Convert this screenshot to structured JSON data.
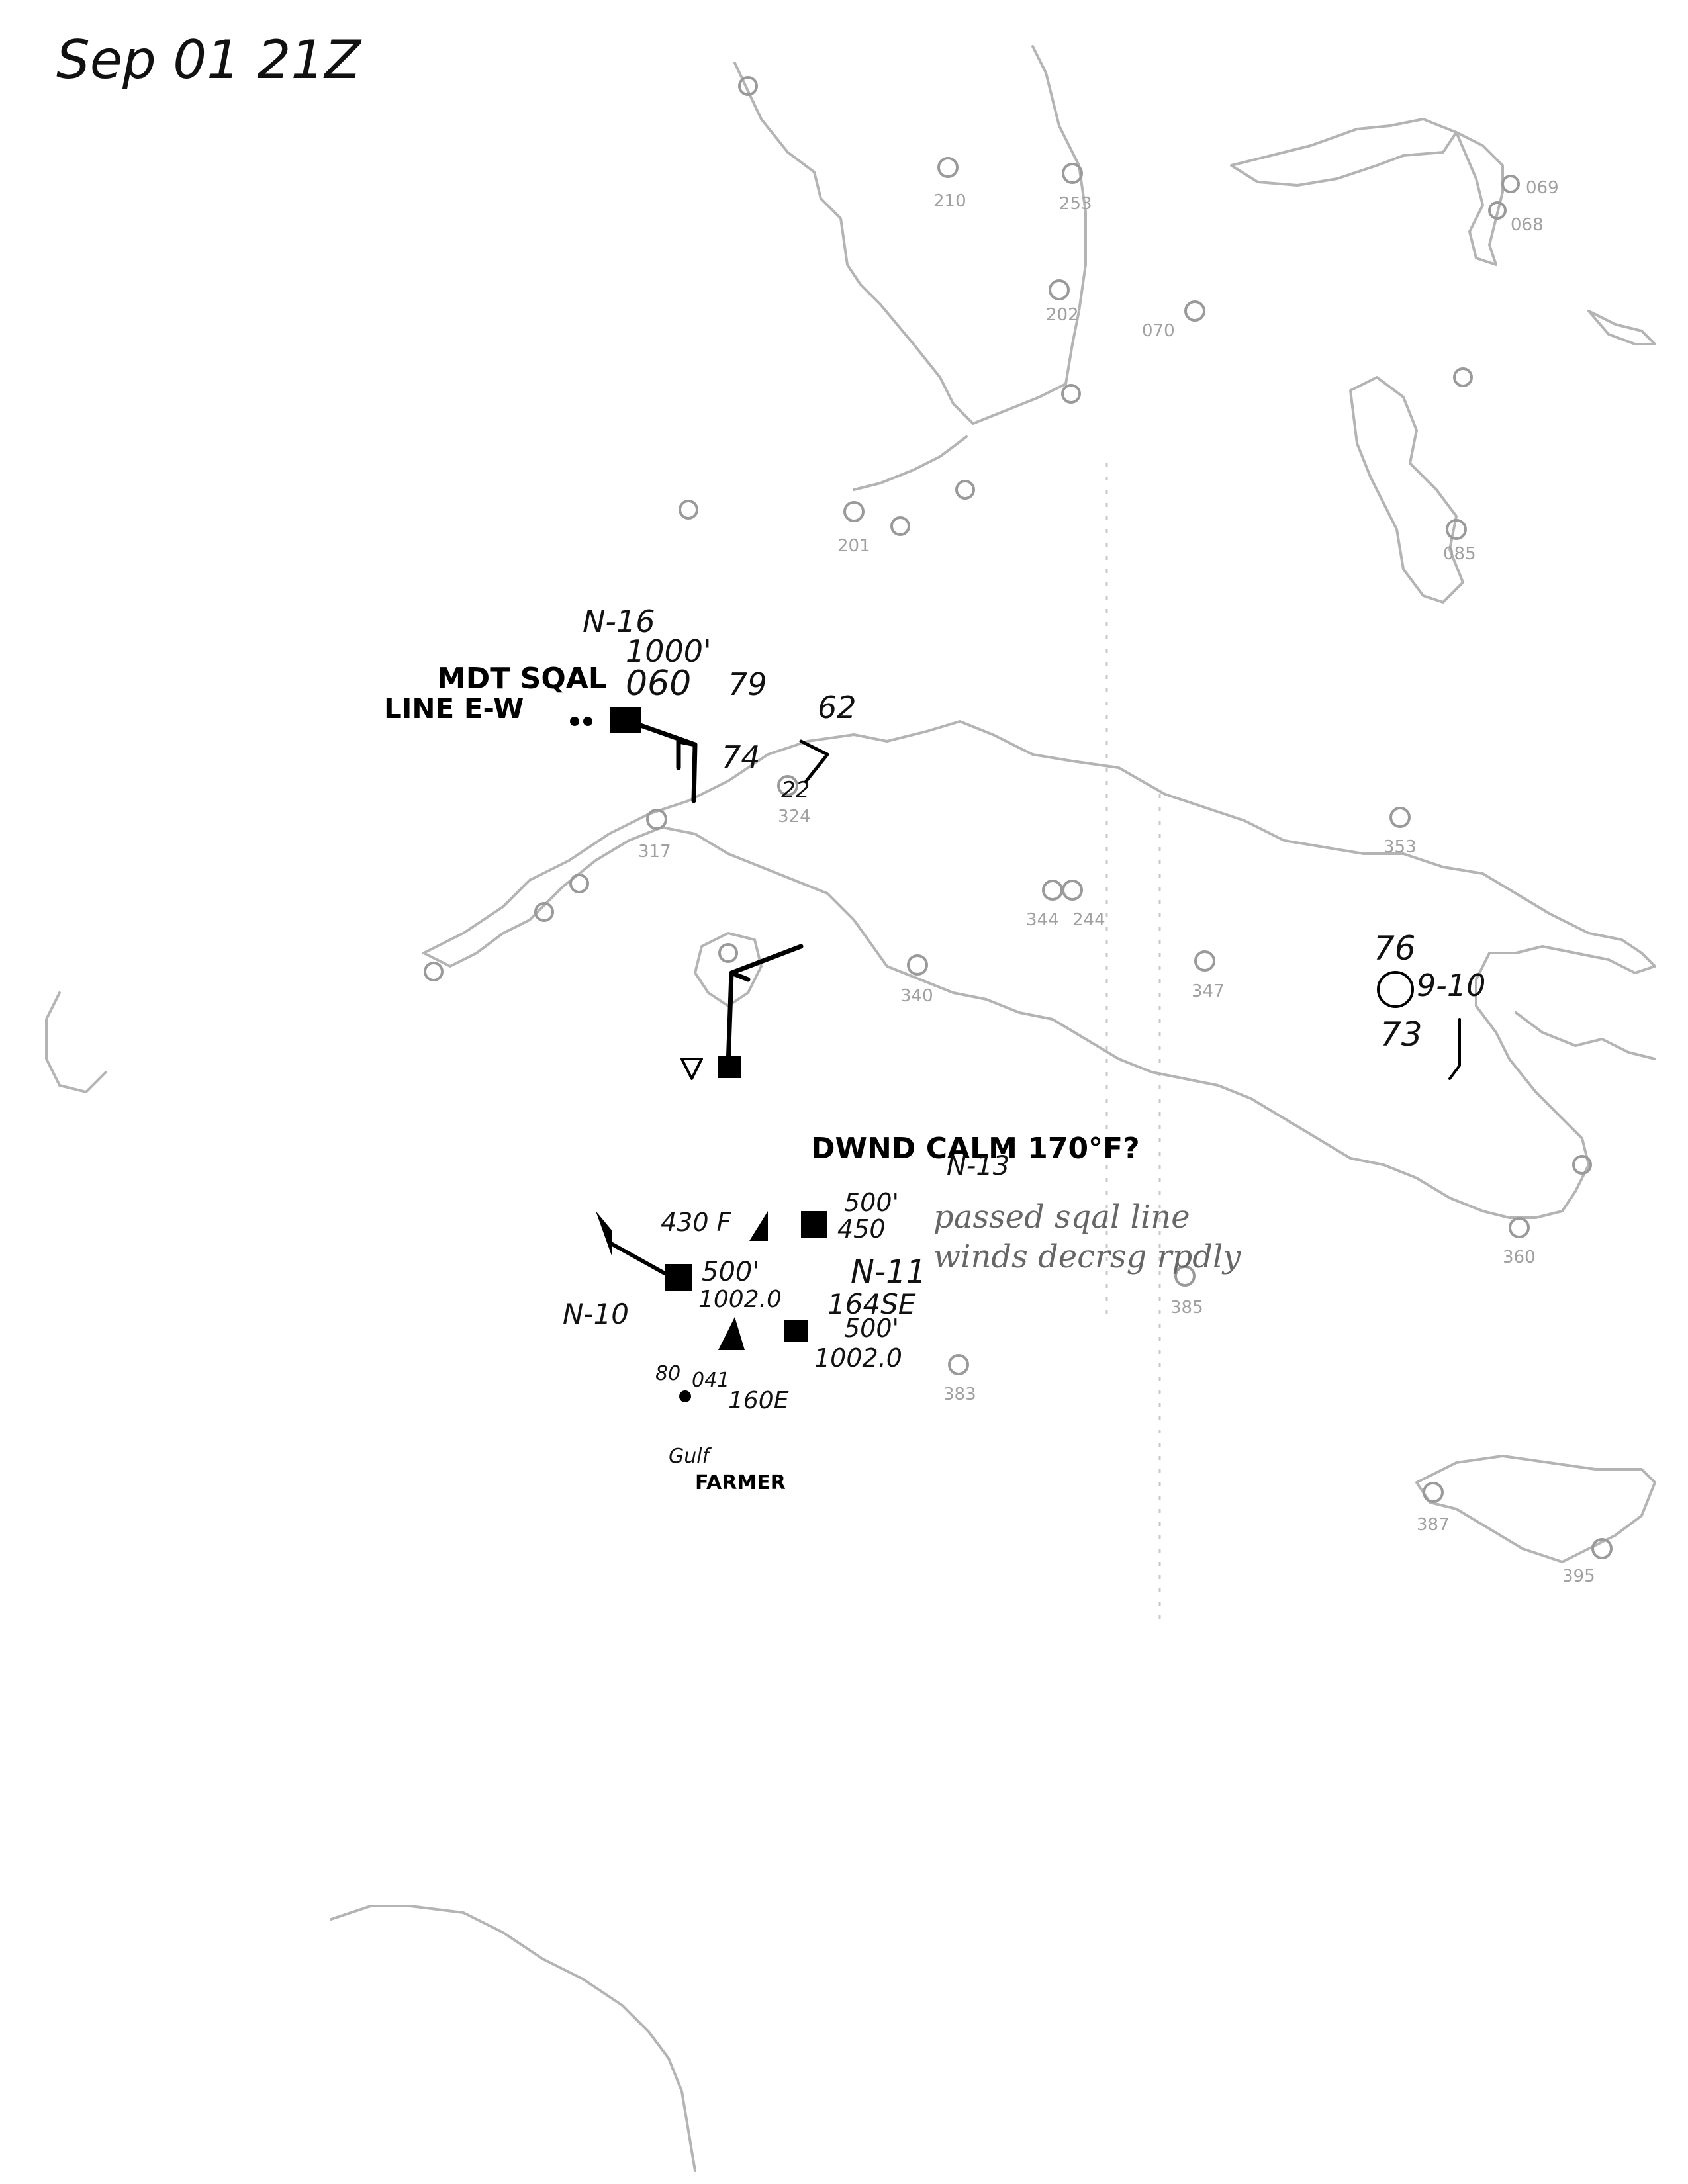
{
  "header": {
    "date_time": "Sep 01 21Z"
  },
  "stations": [
    {
      "id": "s1",
      "label": "210"
    },
    {
      "id": "s2",
      "label": "253"
    },
    {
      "id": "s3",
      "label": "202"
    },
    {
      "id": "s4",
      "label": "070"
    },
    {
      "id": "s5",
      "label": "069"
    },
    {
      "id": "s6",
      "label": "068"
    },
    {
      "id": "s7",
      "label": "201"
    },
    {
      "id": "s8",
      "label": "085"
    },
    {
      "id": "s9",
      "label": "317"
    },
    {
      "id": "s10",
      "label": "324"
    },
    {
      "id": "s11",
      "label": "353"
    },
    {
      "id": "s12",
      "label": "344"
    },
    {
      "id": "s13",
      "label": "244"
    },
    {
      "id": "s14",
      "label": "340"
    },
    {
      "id": "s15",
      "label": "347"
    },
    {
      "id": "s16",
      "label": "385"
    },
    {
      "id": "s17",
      "label": "383"
    },
    {
      "id": "s18",
      "label": "360"
    },
    {
      "id": "s19",
      "label": "387"
    },
    {
      "id": "s20",
      "label": "395"
    }
  ],
  "annotations": {
    "n16": {
      "id": "N-16",
      "alt": "1000'",
      "value": "060",
      "line1": "MDT SQAL",
      "line2": "LINE E-W"
    },
    "obs_center": {
      "a": "79",
      "b": "74",
      "c": "22",
      "d": "62"
    },
    "east_obs": {
      "a": "76",
      "b": "9-10",
      "c": "73"
    },
    "n13": {
      "text": "DWND CALM 170°F?",
      "id": "N-13"
    },
    "n11": {
      "alt1": "500'",
      "val1": "450",
      "id": "N-11",
      "val2": "164SE",
      "alt2": "500'",
      "pressure": "1002.0"
    },
    "n10": {
      "val": "430 F",
      "alt": "500'",
      "pressure": "1002.0",
      "id": "N-10"
    },
    "ship": {
      "val1": "80",
      "val2": "041",
      "val3": "160E",
      "name1": "Gulf",
      "name2": "FARMER"
    },
    "note": {
      "line1": "passed sqal line",
      "line2": "winds decrsg rpdly"
    }
  }
}
